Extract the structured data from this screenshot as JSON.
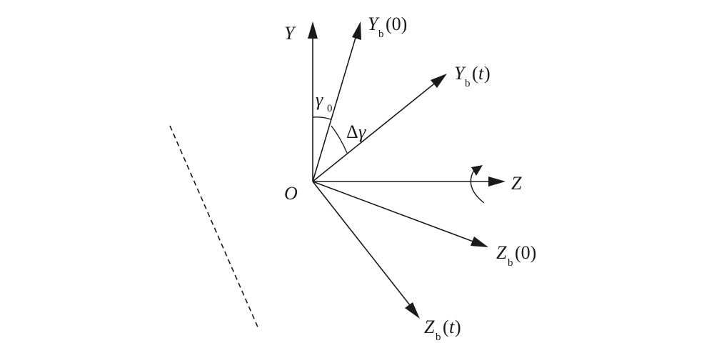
{
  "labels": {
    "origin": "O",
    "y_axis": "Y",
    "z_axis": "Z",
    "yb0": {
      "main": "Y",
      "sub": "b",
      "arg": "(0)"
    },
    "ybt": {
      "main": "Y",
      "sub": "b",
      "arg_open": "(",
      "arg_var": "t",
      "arg_close": ")"
    },
    "zb0": {
      "main": "Z",
      "sub": "b",
      "arg": "(0)"
    },
    "zbt": {
      "main": "Z",
      "sub": "b",
      "arg_open": "(",
      "arg_var": "t",
      "arg_close": ")"
    },
    "gamma0": {
      "main": "γ",
      "sub": "0"
    },
    "delta_gamma": {
      "delta": "Δ",
      "gamma": "γ"
    }
  }
}
